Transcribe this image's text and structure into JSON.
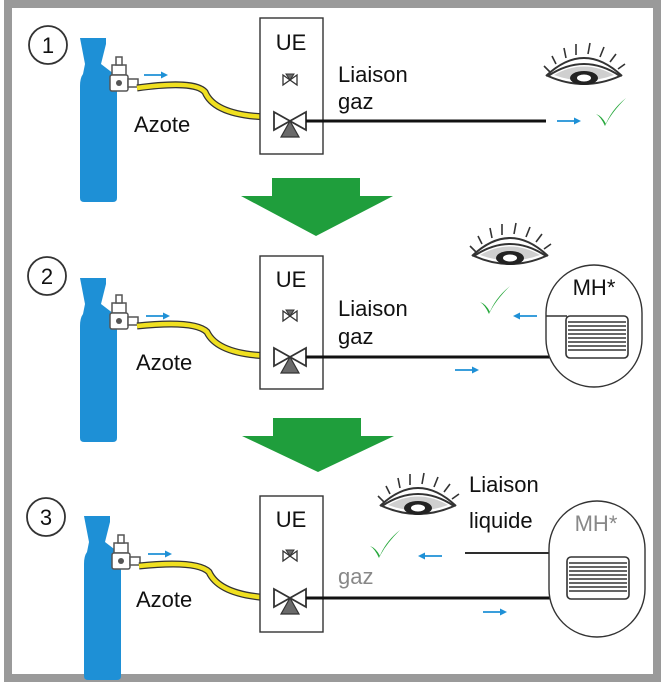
{
  "steps": [
    {
      "number": "1",
      "unit_label": "UE",
      "gas_label": "Azote",
      "link_label_line1": "Liaison",
      "link_label_line2": "gaz",
      "check": "✓"
    },
    {
      "number": "2",
      "unit_label": "UE",
      "gas_label": "Azote",
      "link_label_line1": "Liaison",
      "link_label_line2": "gaz",
      "module_label": "MH*",
      "check": "✓"
    },
    {
      "number": "3",
      "unit_label": "UE",
      "gas_label": "Azote",
      "link_label_line1": "Liaison",
      "link_label_line2": "liquide",
      "gas_line_label": "gaz",
      "module_label": "MH*",
      "check": "✓"
    }
  ],
  "colors": {
    "frame": "#9a9a9a",
    "bottle": "#1e90d6",
    "hose": "#f0e020",
    "arrow_big": "#1f9e3c",
    "flow_arrow": "#1e90d6",
    "check": "#27a83c",
    "valve": "#6a6a6a",
    "muted_text": "#888888"
  },
  "icons": [
    "nitrogen-bottle-icon",
    "pressure-regulator-icon",
    "valve-icon",
    "eye-icon",
    "check-icon",
    "coil-icon",
    "flow-arrow-icon",
    "step-arrow-icon"
  ]
}
